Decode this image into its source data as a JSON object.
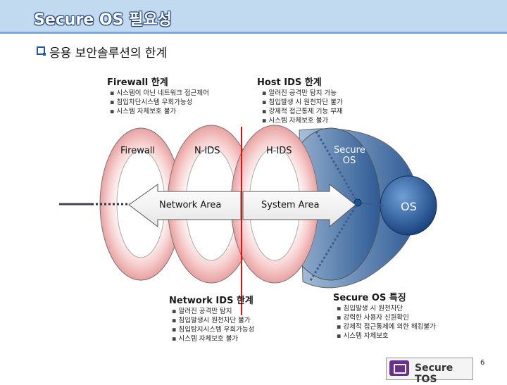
{
  "slide": {
    "title": "Secure OS 필요성",
    "heading": "응용 보안솔루션의 한계",
    "page_number": "6"
  },
  "firewall_limits": {
    "title": "Firewall 한계",
    "items": [
      "시스템이 아닌 네트워크 접근제어",
      "침입차단시스템 우회가능성",
      "시스템 자체보호 불가"
    ]
  },
  "host_ids_limits": {
    "title": "Host IDS 한계",
    "items": [
      "알려진 공격만 탐지 가능",
      "침입발생 시 원천차단 불가",
      "강제적 접근통제 기능 부재",
      "시스템 자체보호 불가"
    ]
  },
  "network_ids_limits": {
    "title": "Network IDS 한계",
    "items": [
      "알려진 공격만 탐지",
      "침입발생시 원천차단 불가",
      "침입탐지시스템 우회가능성",
      "시스템 자체보호 불가"
    ]
  },
  "secure_os_features": {
    "title": "Secure OS 특징",
    "items": [
      "침입발생 시 원천차단",
      "강력한 사용자 신원확인",
      "강제적 접근통제에 의한 해킹불가",
      "시스템 자체보호"
    ]
  },
  "diagram": {
    "labels": {
      "firewall": "Firewall",
      "nids": "N-IDS",
      "hids": "H-IDS",
      "secure_os_line1": "Secure",
      "secure_os_line2": "OS",
      "os": "OS",
      "network_area": "Network Area",
      "system_area": "System Area"
    },
    "colors": {
      "ring": "#f3b1b1",
      "ring_shade": "#c9c9c9",
      "secure_os_body": "#5a7da8",
      "os_circle": "#1e4f92",
      "divider": "#e01010",
      "dotted": "#3d5c8c"
    }
  },
  "logo": {
    "text": "Secure TOS"
  }
}
